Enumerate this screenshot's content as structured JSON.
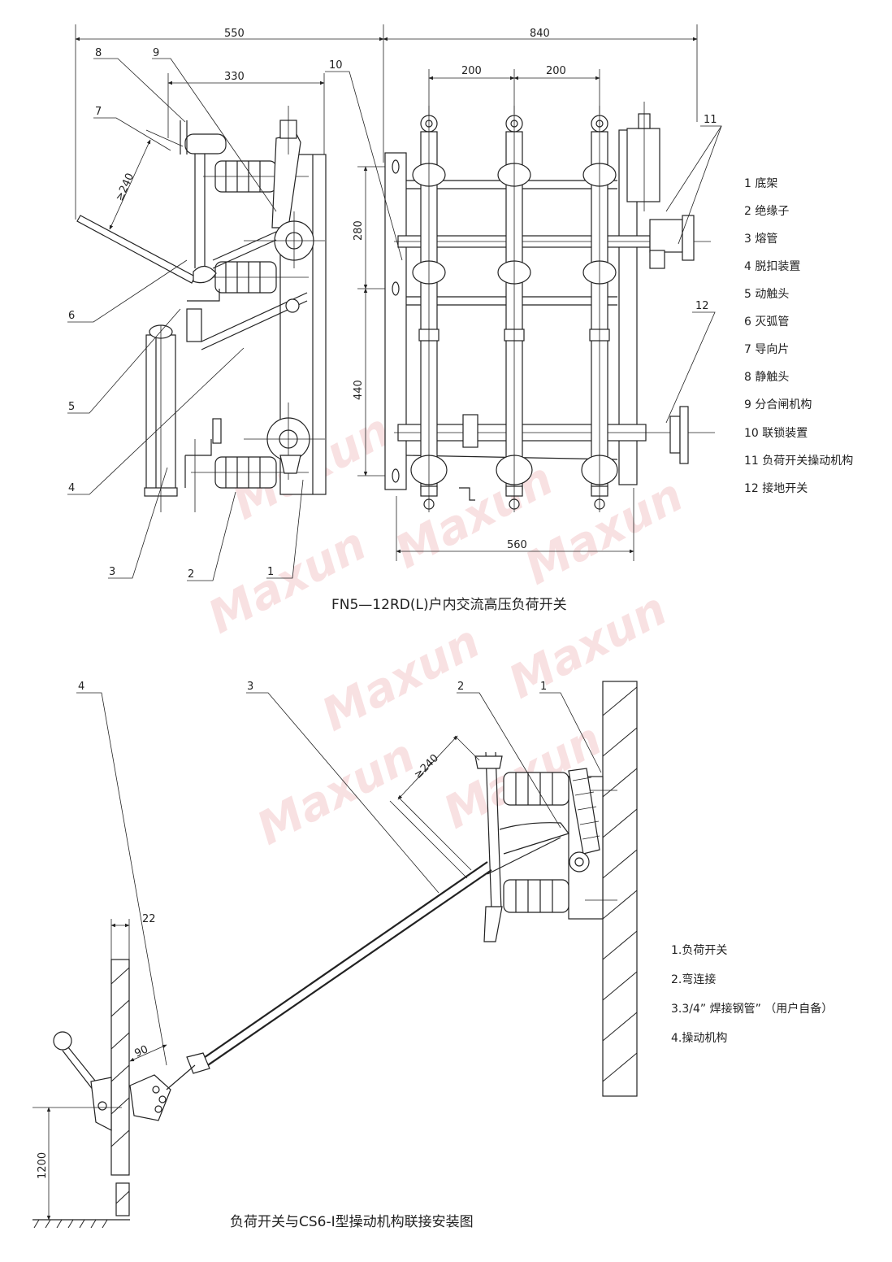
{
  "top_figure": {
    "caption": "FN5—12RD(L)户内交流高压负荷开关",
    "dimensions": {
      "overall_left": "550",
      "overall_right": "840",
      "inner": "330",
      "pitch_a": "200",
      "pitch_b": "200",
      "clearance": "≥240",
      "height_upper": "280",
      "height_lower": "440",
      "base_width": "560"
    },
    "callouts": [
      "1",
      "2",
      "3",
      "4",
      "5",
      "6",
      "7",
      "8",
      "9",
      "10",
      "11",
      "12"
    ],
    "legend": [
      "1 底架",
      "2 绝缘子",
      "3 熔管",
      "4 脱扣装置",
      "5 动触头",
      "6 灭弧管",
      "7 导向片",
      "8 静触头",
      "9 分合闸机构",
      "10 联锁装置",
      "11 负荷开关操动机构",
      "12 接地开关"
    ]
  },
  "bottom_figure": {
    "caption": "负荷开关与CS6-I型操动机构联接安装图",
    "dimensions": {
      "clearance": "≥240",
      "wall_thickness": "22",
      "angle_offset": "90",
      "mount_height": "1200"
    },
    "callouts": [
      "1",
      "2",
      "3",
      "4"
    ],
    "legend": [
      "1.负荷开关",
      "2.弯连接",
      "3.3/4” 焊接钢管” （用户自备）",
      "4.操动机构"
    ]
  },
  "watermark": "Maxun",
  "colors": {
    "line": "#222222",
    "watermark": "#f4c9cc",
    "background": "#ffffff"
  }
}
